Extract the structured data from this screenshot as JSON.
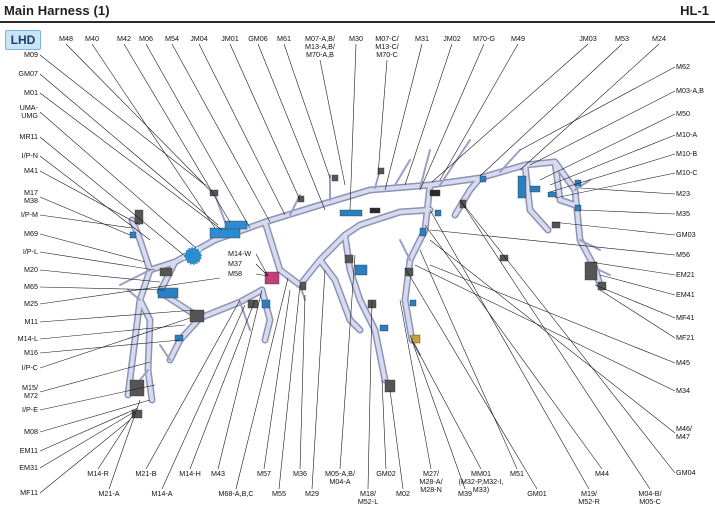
{
  "header": {
    "title": "Main Harness (1)",
    "code": "HL-1"
  },
  "badge": "LHD",
  "labels": {
    "top": [
      "M48",
      "M40",
      "M42",
      "M06",
      "M54",
      "JM04",
      "JM01",
      "GM06",
      "M61",
      "M07-A,B/\nM13-A,B/\nM70-A,B",
      "M30",
      "M07-C/\nM13-C/\nM70-C",
      "M31",
      "JM02",
      "M70-G",
      "M49",
      "JM03",
      "M53",
      "M24"
    ],
    "left": [
      "M09",
      "GM07",
      "M01",
      "UMA-\nUMG",
      "MR11",
      "I/P-N",
      "M41",
      "M17\nM38",
      "I/P-M",
      "M69",
      "I/P-L",
      "M20",
      "M65",
      "M25",
      "M11",
      "M14-L",
      "M16",
      "I/P-C",
      "M15/\nM72",
      "I/P-E",
      "M08",
      "EM11",
      "EM31",
      "MF11"
    ],
    "right": [
      "M62",
      "M03-A,B",
      "M50",
      "M10-A",
      "M10-B",
      "M10-C",
      "M23",
      "M35",
      "GM03",
      "M56",
      "EM21",
      "EM41",
      "MF41",
      "MF21",
      "M45",
      "M34",
      "M46/\nM47",
      "GM04"
    ],
    "bottom": [
      "M14-R",
      "M21-A",
      "M21-B",
      "M14-A",
      "M14-H",
      "M43",
      "M68-A,B,C",
      "M57",
      "M55",
      "M36",
      "M29",
      "M05-A,B/\nM04-A",
      "M18/\nM52-L",
      "GM02",
      "M02",
      "M27/\nM28-A/\nM28-N",
      "M39",
      "MM01\n(M32-P,M32-I,\nM33)",
      "M51",
      "GM01",
      "M44",
      "M19/\nM52-R",
      "M04-B/\nM05-C"
    ],
    "center": [
      "M14-W",
      "M37",
      "M58"
    ]
  }
}
